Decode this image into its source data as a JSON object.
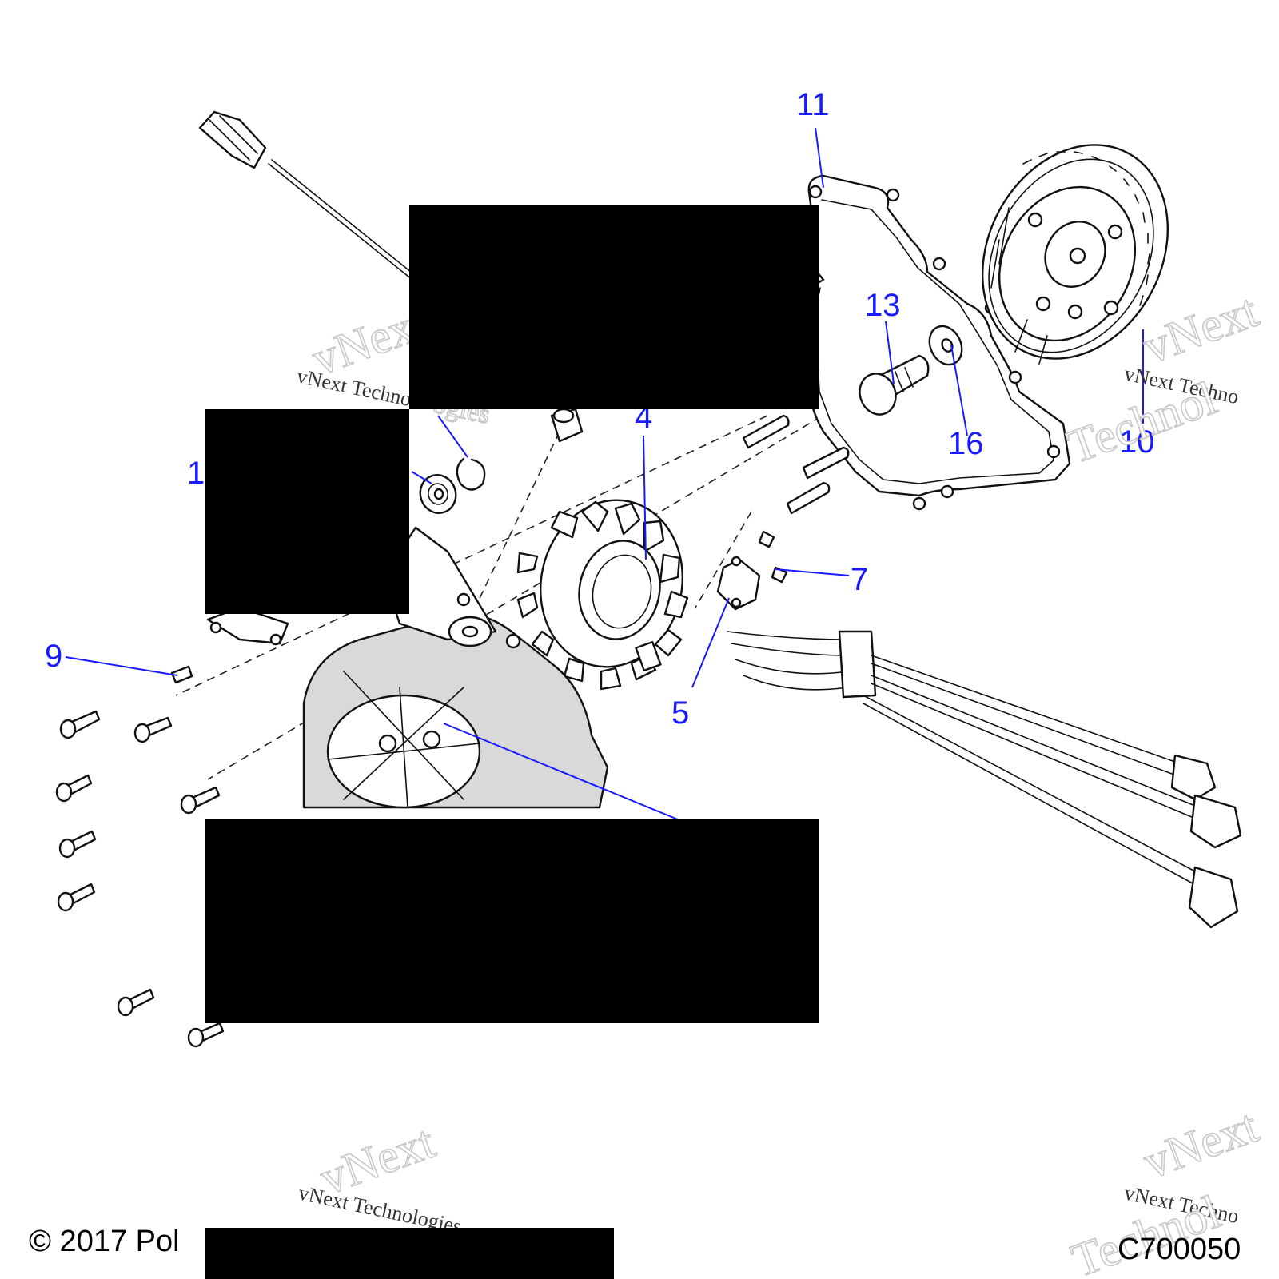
{
  "callouts": [
    {
      "label": "11"
    },
    {
      "label": "13"
    },
    {
      "label": "16"
    },
    {
      "label": "10"
    },
    {
      "label": "4"
    },
    {
      "label": "1"
    },
    {
      "label": "7"
    },
    {
      "label": "9"
    },
    {
      "label": "5"
    }
  ],
  "watermark": {
    "brand": "vNext",
    "line_tech": "vNext Techno",
    "line_ogies": "ogies",
    "line_technologies": "vNext Technologies",
    "line_technol": "Technol",
    "line_techno": "vNext Techno"
  },
  "footer": {
    "copyright": "© 2017 Pol",
    "code": "C700050"
  }
}
